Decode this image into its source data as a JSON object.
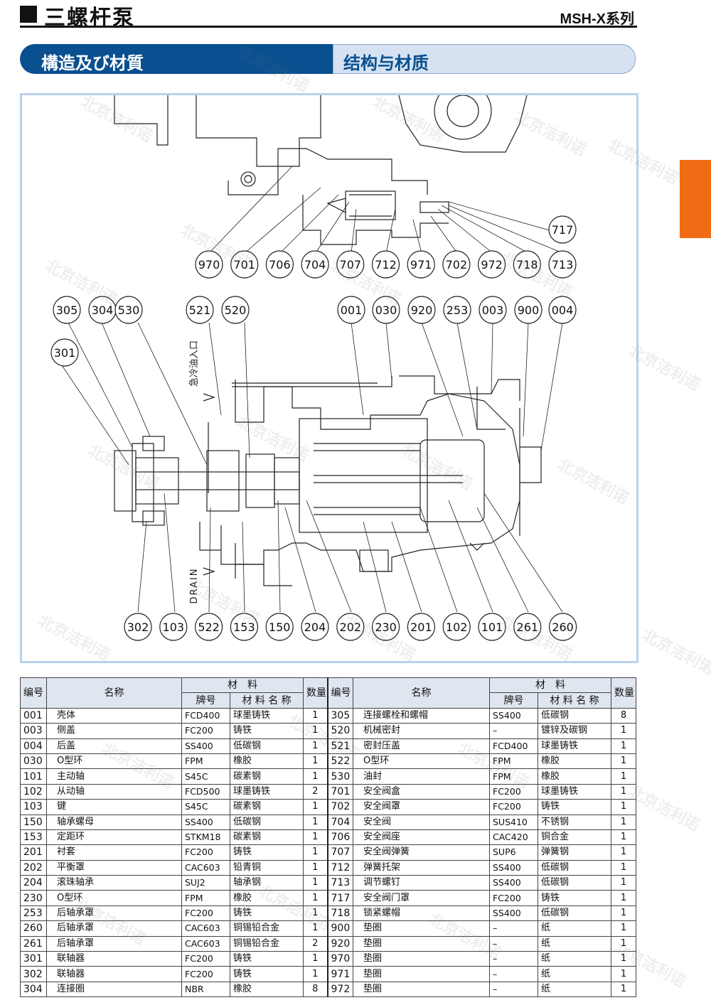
{
  "header": {
    "title": "三螺杆泵",
    "series": "MSH-X系列"
  },
  "banner": {
    "left": "構造及び材質",
    "right": "结构与材质"
  },
  "watermark": "北京洁利诺",
  "drawing": {
    "top_callouts_row": [
      "970",
      "701",
      "706",
      "704",
      "707",
      "712",
      "971",
      "702",
      "972",
      "718",
      "713"
    ],
    "side_callout": "717",
    "mid_callouts_left": [
      "305",
      "304",
      "530",
      "521",
      "520"
    ],
    "mid_callouts_right": [
      "001",
      "030",
      "920",
      "253",
      "003",
      "900",
      "004"
    ],
    "left_callout": "301",
    "bottom_callouts": [
      "302",
      "103",
      "522",
      "153",
      "150",
      "204",
      "202",
      "230",
      "201",
      "102",
      "101",
      "261",
      "260"
    ],
    "inlet_label": "急冷油入口",
    "drain_label": "DRAIN"
  },
  "table": {
    "headers": {
      "no": "编号",
      "name": "名称",
      "material": "材　料",
      "grade": "牌号",
      "material_name": "材 料 名 称",
      "qty": "数量"
    },
    "left_rows": [
      {
        "no": "001",
        "name": "壳体",
        "grade": "FCD400",
        "mat": "球墨铸铁",
        "qty": "1"
      },
      {
        "no": "003",
        "name": "侧盖",
        "grade": "FC200",
        "mat": "铸铁",
        "qty": "1"
      },
      {
        "no": "004",
        "name": "后盖",
        "grade": "SS400",
        "mat": "低碳钢",
        "qty": "1"
      },
      {
        "no": "030",
        "name": "O型环",
        "grade": "FPM",
        "mat": "橡胶",
        "qty": "1"
      },
      {
        "no": "101",
        "name": "主动轴",
        "grade": "S45C",
        "mat": "碳素钢",
        "qty": "1"
      },
      {
        "no": "102",
        "name": "从动轴",
        "grade": "FCD500",
        "mat": "球墨铸铁",
        "qty": "2"
      },
      {
        "no": "103",
        "name": "键",
        "grade": "S45C",
        "mat": "碳素钢",
        "qty": "1"
      },
      {
        "no": "150",
        "name": "轴承螺母",
        "grade": "SS400",
        "mat": "低碳钢",
        "qty": "1"
      },
      {
        "no": "153",
        "name": "定距环",
        "grade": "STKM18",
        "mat": "碳素钢",
        "qty": "1"
      },
      {
        "no": "201",
        "name": "衬套",
        "grade": "FC200",
        "mat": "铸铁",
        "qty": "1"
      },
      {
        "no": "202",
        "name": "平衡罩",
        "grade": "CAC603",
        "mat": "铅青铜",
        "qty": "1"
      },
      {
        "no": "204",
        "name": "滚珠轴承",
        "grade": "SUJ2",
        "mat": "轴承钢",
        "qty": "1"
      },
      {
        "no": "230",
        "name": "O型环",
        "grade": "FPM",
        "mat": "橡胶",
        "qty": "1"
      },
      {
        "no": "253",
        "name": "后轴承罩",
        "grade": "FC200",
        "mat": "铸铁",
        "qty": "1"
      },
      {
        "no": "260",
        "name": "后轴承罩",
        "grade": "CAC603",
        "mat": "铜锡铅合金",
        "qty": "1"
      },
      {
        "no": "261",
        "name": "后轴承罩",
        "grade": "CAC603",
        "mat": "铜锡铅合金",
        "qty": "2"
      },
      {
        "no": "301",
        "name": "联轴器",
        "grade": "FC200",
        "mat": "铸铁",
        "qty": "1"
      },
      {
        "no": "302",
        "name": "联轴器",
        "grade": "FC200",
        "mat": "铸铁",
        "qty": "1"
      },
      {
        "no": "304",
        "name": "连接圈",
        "grade": "NBR",
        "mat": "橡胶",
        "qty": "8"
      }
    ],
    "right_rows": [
      {
        "no": "305",
        "name": "连接螺栓和螺帽",
        "grade": "SS400",
        "mat": "低碳钢",
        "qty": "8"
      },
      {
        "no": "520",
        "name": "机械密封",
        "grade": "–",
        "mat": "镀锌及碳钢",
        "qty": "1"
      },
      {
        "no": "521",
        "name": "密封压盖",
        "grade": "FCD400",
        "mat": "球墨铸铁",
        "qty": "1"
      },
      {
        "no": "522",
        "name": "O型环",
        "grade": "FPM",
        "mat": "橡胶",
        "qty": "1"
      },
      {
        "no": "530",
        "name": "油封",
        "grade": "FPM",
        "mat": "橡胶",
        "qty": "1"
      },
      {
        "no": "701",
        "name": "安全阀盒",
        "grade": "FC200",
        "mat": "球墨铸铁",
        "qty": "1"
      },
      {
        "no": "702",
        "name": "安全阀罩",
        "grade": "FC200",
        "mat": "铸铁",
        "qty": "1"
      },
      {
        "no": "704",
        "name": "安全阀",
        "grade": "SUS410",
        "mat": "不锈钢",
        "qty": "1"
      },
      {
        "no": "706",
        "name": "安全阀座",
        "grade": "CAC420",
        "mat": "铜合金",
        "qty": "1"
      },
      {
        "no": "707",
        "name": "安全阀弹簧",
        "grade": "SUP6",
        "mat": "弹簧钢",
        "qty": "1"
      },
      {
        "no": "712",
        "name": "弹簧托架",
        "grade": "SS400",
        "mat": "低碳钢",
        "qty": "1"
      },
      {
        "no": "713",
        "name": "调节螺钉",
        "grade": "SS400",
        "mat": "低碳钢",
        "qty": "1"
      },
      {
        "no": "717",
        "name": "安全阀门罩",
        "grade": "FC200",
        "mat": "铸铁",
        "qty": "1"
      },
      {
        "no": "718",
        "name": "锁紧螺帽",
        "grade": "SS400",
        "mat": "低碳钢",
        "qty": "1"
      },
      {
        "no": "900",
        "name": "垫圈",
        "grade": "–",
        "mat": "纸",
        "qty": "1"
      },
      {
        "no": "920",
        "name": "垫圈",
        "grade": "–",
        "mat": "纸",
        "qty": "1"
      },
      {
        "no": "970",
        "name": "垫圈",
        "grade": "–",
        "mat": "纸",
        "qty": "1"
      },
      {
        "no": "971",
        "name": "垫圈",
        "grade": "–",
        "mat": "纸",
        "qty": "1"
      },
      {
        "no": "972",
        "name": "垫圈",
        "grade": "–",
        "mat": "纸",
        "qty": "1"
      }
    ]
  }
}
